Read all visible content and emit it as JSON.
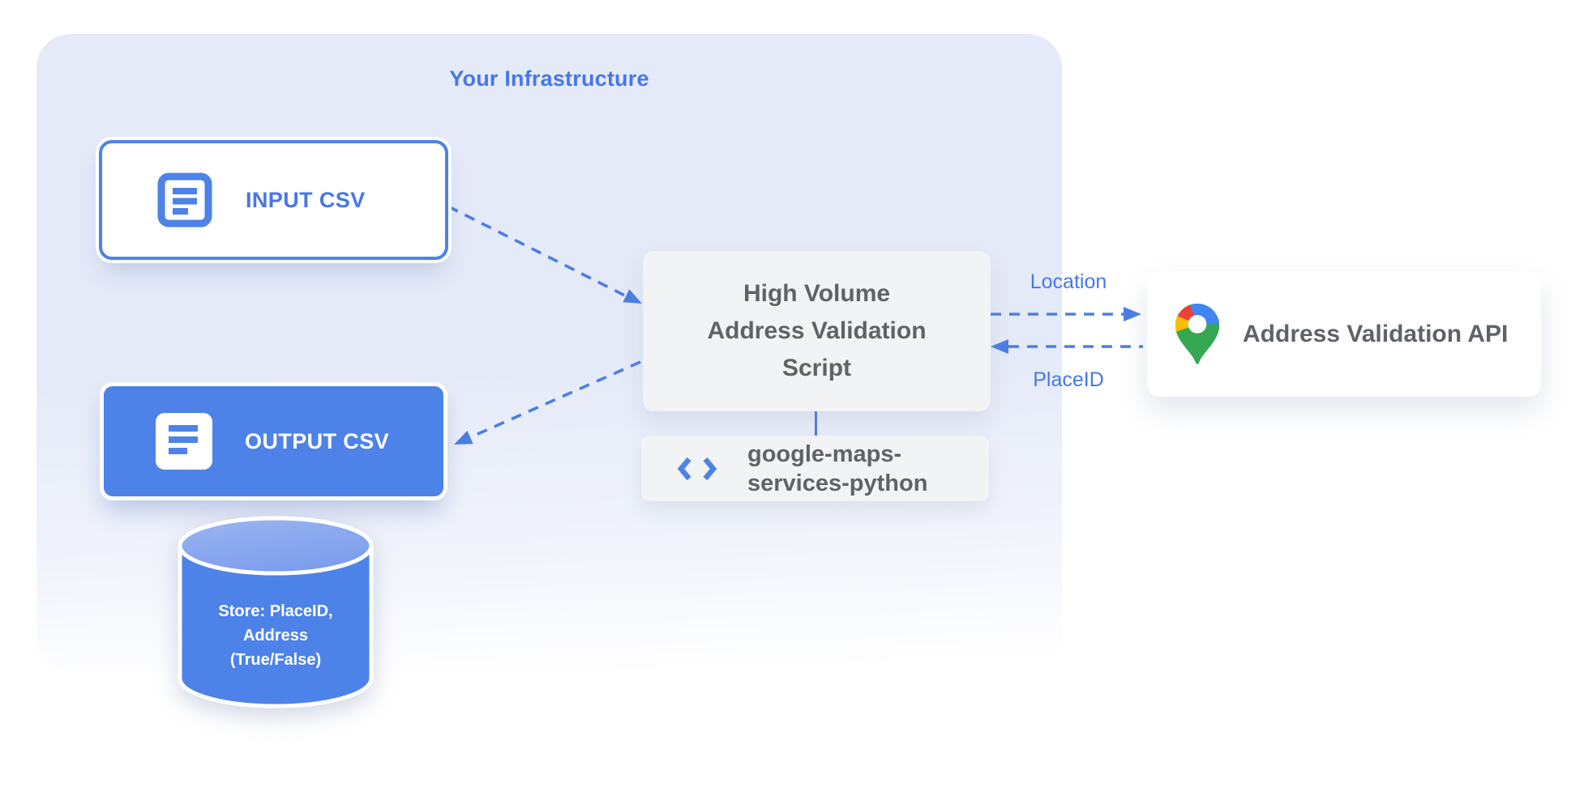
{
  "diagram": {
    "title": "Your Infrastructure",
    "nodes": {
      "input_csv": {
        "label": "INPUT CSV",
        "icon": "document-icon"
      },
      "output_csv": {
        "label": "OUTPUT CSV",
        "icon": "document-icon"
      },
      "datastore": {
        "lines": [
          "Store: PlaceID,",
          "Address",
          "(True/False)"
        ],
        "icon": "database-cylinder-icon"
      },
      "script": {
        "lines": [
          "High Volume",
          "Address Validation",
          "Script"
        ]
      },
      "library": {
        "lines": [
          "google-maps-",
          "services-python"
        ],
        "icon": "code-icon"
      },
      "api": {
        "label": "Address Validation API",
        "icon": "google-maps-pin-icon"
      }
    },
    "edges": {
      "request_label": "Location",
      "response_label": "PlaceID"
    },
    "colors": {
      "brand_blue": "#4D82E8",
      "text_blue": "#4677E8",
      "arrow_blue": "#4C7EE3",
      "container_fill": "#E5EAF8",
      "gray_box": "#F1F3F4",
      "gray_text": "#5F6368",
      "pin_blue": "#4285F4",
      "pin_red": "#EA4335",
      "pin_yellow": "#FBBC04",
      "pin_green": "#34A853",
      "cyl_top_light": "#9BB5F1",
      "cyl_top_dark": "#7D9EED"
    }
  }
}
